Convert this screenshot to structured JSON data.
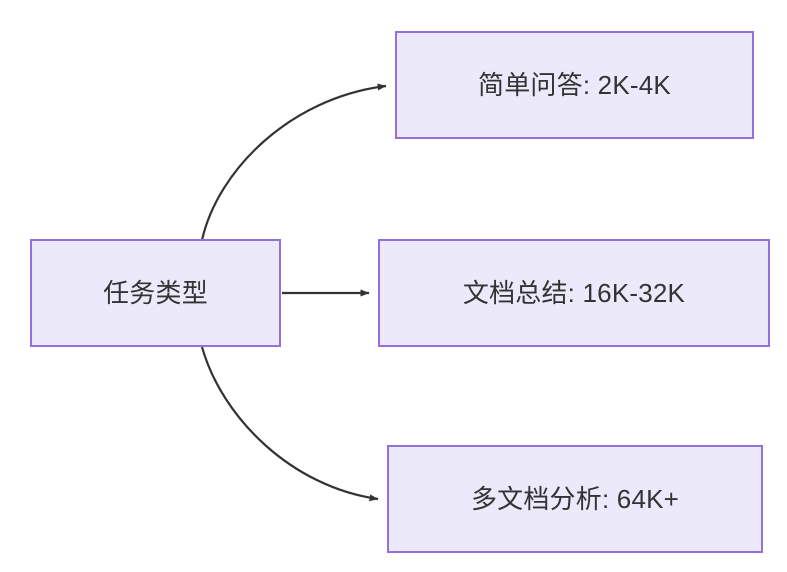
{
  "diagram": {
    "type": "flowchart",
    "direction": "left-to-right",
    "background_color": "#ffffff",
    "node_fill_color": "#ece9fb",
    "node_border_color": "#9370db",
    "node_text_color": "#333333",
    "edge_color": "#333333",
    "root": {
      "id": "root",
      "label": "任务类型"
    },
    "children": [
      {
        "id": "child-0",
        "label": "简单问答: 2K-4K"
      },
      {
        "id": "child-1",
        "label": "文档总结: 16K-32K"
      },
      {
        "id": "child-2",
        "label": "多文档分析: 64K+"
      }
    ],
    "edges": [
      {
        "id": "edge-0",
        "from": "任务类型",
        "to": "简单问答: 2K-4K",
        "label": "",
        "arrow": "arrow-head-icon",
        "style": "curved"
      },
      {
        "id": "edge-1",
        "from": "任务类型",
        "to": "文档总结: 16K-32K",
        "label": "",
        "arrow": "arrow-head-icon",
        "style": "straight"
      },
      {
        "id": "edge-2",
        "from": "任务类型",
        "to": "多文档分析: 64K+",
        "label": "",
        "arrow": "arrow-head-icon",
        "style": "curved"
      }
    ]
  }
}
